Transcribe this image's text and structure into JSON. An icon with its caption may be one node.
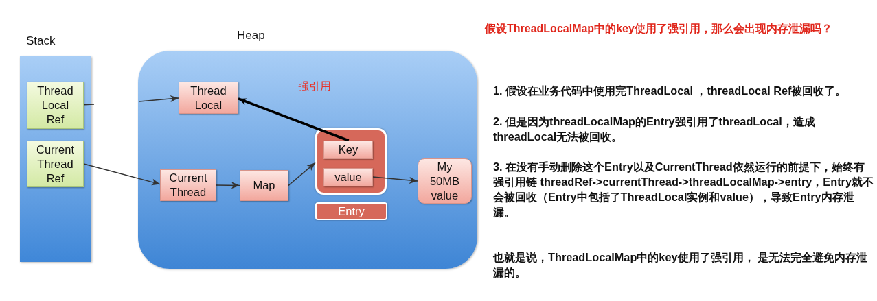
{
  "diagram": {
    "title": "假设ThreadLocalMap中的key使用了强引用，那么会出现内存泄漏吗？",
    "nodes": [
      {
        "text": [
          "Stack"
        ]
      },
      {
        "text": [
          "Thread Local Ref"
        ],
        "in": 0
      },
      {
        "text": [
          "Current Thread Ref"
        ],
        "in": 0
      },
      {
        "text": [
          "Heap"
        ]
      },
      {
        "text": [
          "Thread Local"
        ],
        "in": 3
      },
      {
        "text": [
          "Current Thread"
        ],
        "in": 3
      },
      {
        "text": [
          "Map"
        ],
        "in": 3
      },
      {
        "text": [],
        "shape": "box",
        "in": 3
      },
      {
        "text": [
          "Key"
        ],
        "in": 7
      },
      {
        "text": [
          "value"
        ],
        "in": 7
      },
      {
        "text": [
          "Entry"
        ],
        "in": 3
      },
      {
        "text": [
          "My 50MB value"
        ],
        "in": 3
      }
    ],
    "edges": [
      {
        "from": 1,
        "to": null,
        "arrow": "none"
      },
      {
        "from": null,
        "to": 4,
        "arrow": "to"
      },
      {
        "from": 2,
        "to": 5,
        "arrow": "to"
      },
      {
        "from": 5,
        "to": 6,
        "arrow": "to"
      },
      {
        "from": 6,
        "to": 7,
        "arrow": "to"
      },
      {
        "from": 8,
        "to": 4,
        "arrow": "to",
        "style": "thick",
        "color": "#000000"
      },
      {
        "from": 9,
        "to": 11,
        "arrow": "to"
      }
    ],
    "labels": [
      "强引用",
      "1. 假设在业务代码中使用完ThreadLocal ，threadLocal Ref被回收了。",
      "2. 但是因为threadLocalMap的Entry强引用了threadLocal，造成threadLocal无法被回收。",
      "3. 在没有手动删除这个Entry以及CurrentThread依然运行的前提下，始终有强引用链 threadRef->currentThread->threadLocalMap->entry，Entry就不会被回收（Entry中包括了ThreadLocal实例和value），导致Entry内存泄漏。",
      "也就是说，ThreadLocalMap中的key使用了强引用， 是无法完全避免内存泄漏的。"
    ]
  }
}
